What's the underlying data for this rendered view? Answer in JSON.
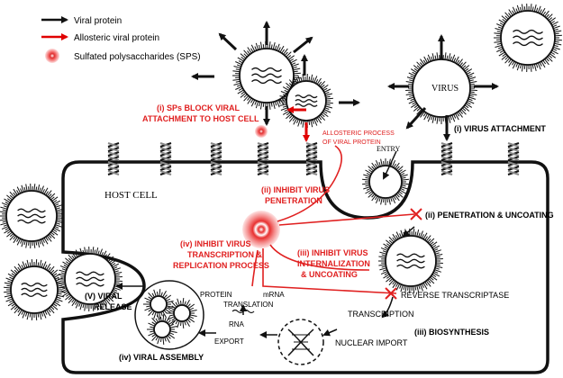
{
  "legend": {
    "viral_protein": "Viral protein",
    "allosteric_protein": "Allosteric viral protein",
    "sps": "Sulfated polysaccharides (SPS)"
  },
  "labels": {
    "virus": "VIRUS",
    "host_cell": "HOST CELL",
    "entry": "ENTRY",
    "allosteric_line1": "ALLOSTERIC PROCESS",
    "allosteric_line2": "OF VIRAL PROTEIN",
    "i_block_line1": "(i) SPs BLOCK VIRAL",
    "i_block_line2": "ATTACHMENT TO HOST CELL",
    "i_attach": "(i) VIRUS ATTACHMENT",
    "ii_inhibit_line1": "(ii) INHIBIT VIRUS",
    "ii_inhibit_line2": "PENETRATION",
    "ii_pen": "(ii) PENETRATION & UNCOATING",
    "iii_inhibit_line1": "(iii) INHIBIT VIRUS",
    "iii_inhibit_line2": "INTERNALIZATION",
    "iii_inhibit_line3": "& UNCOATING",
    "iv_inhibit_line1": "(iv) INHIBIT VIRUS",
    "iv_inhibit_line2": "TRANSCRIPTION &",
    "iv_inhibit_line3": "REPLICATION PROCESS",
    "reverse_transcriptase": "REVERSE TRANSCRIPTASE",
    "transcription": "TRANSCRIPTION",
    "iii_bio": "(iii) BIOSYNTHESIS",
    "nuclear_import": "NUCLEAR IMPORT",
    "protein": "PROTEIN",
    "mrna": "mRNA",
    "translation": "TRANSLATION",
    "rna": "RNA",
    "export": "EXPORT",
    "iv_assembly": "(iv) VIRAL ASSEMBLY",
    "v_release_line1": "(V) VIRAL",
    "v_release_line2": "RELEASE"
  },
  "colors": {
    "black": "#111111",
    "red": "#e00000",
    "label_red": "#e02020",
    "sps_pink": "#f36b6b"
  }
}
